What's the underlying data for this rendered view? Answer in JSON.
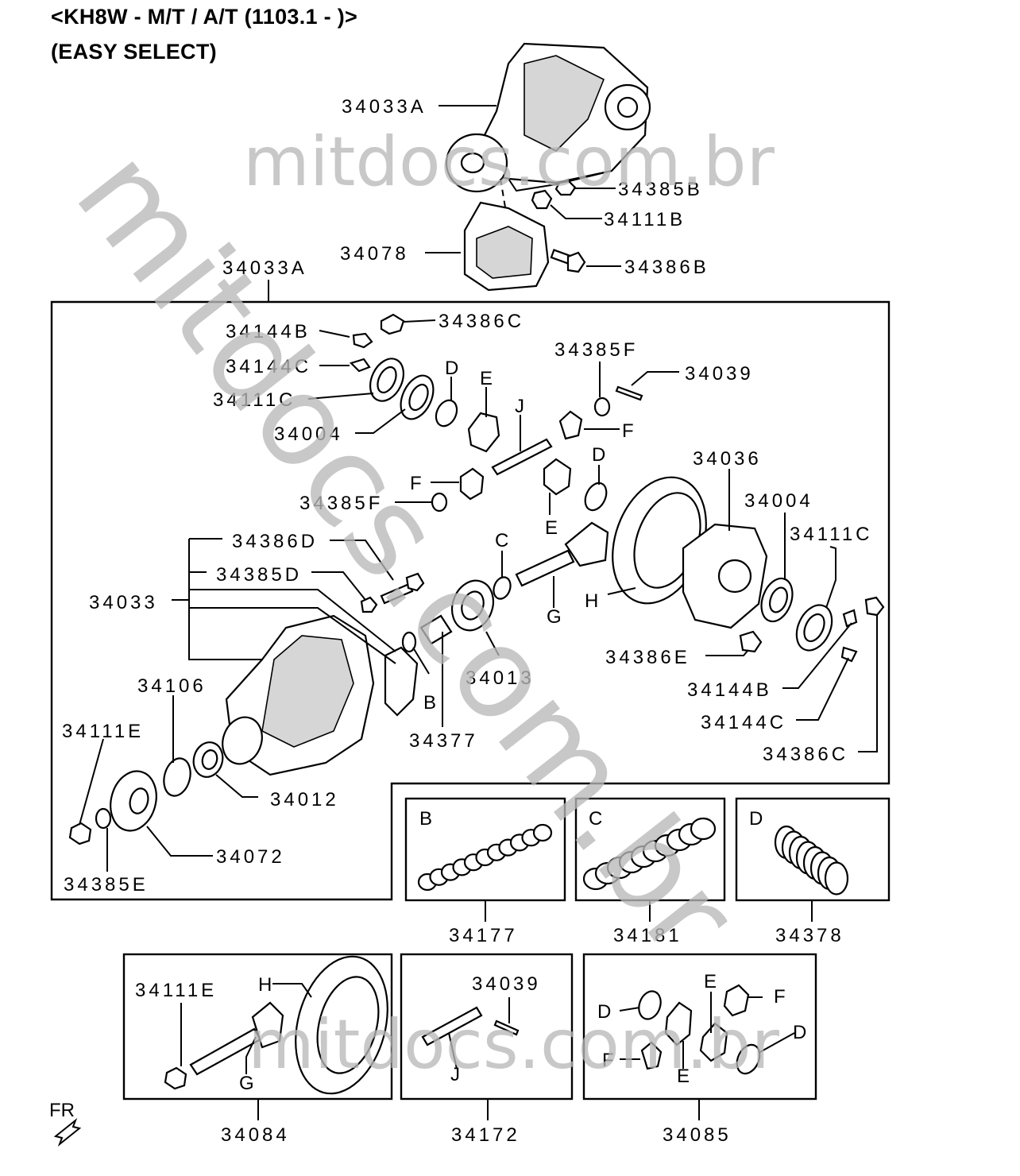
{
  "header": {
    "model": "<KH8W - M/T / A/T (1103.1 - )>",
    "variant": "(EASY SELECT)"
  },
  "watermark": {
    "text_top": "mitdocs.com.br",
    "text_diagonal": "mitdocs.com.br",
    "text_bottom": "mitdocs.com.br"
  },
  "callouts": {
    "assembly_top": "34033A",
    "nut_34385b": "34385B",
    "nut_34111b": "34111B",
    "bracket_34078": "34078",
    "bolt_34386b": "34386B",
    "assembly_box": "34033A",
    "bolt_34386c_top": "34386C",
    "clip_34144b_top": "34144B",
    "clip_34144c_top": "34144C",
    "shim_34111c_left": "34111C",
    "bearing_34004_left": "34004",
    "washer_34385f_top": "34385F",
    "pin_34039": "34039",
    "case_34036": "34036",
    "bearing_34004_right": "34004",
    "shim_34111c_right": "34111C",
    "washer_34385f_left": "34385F",
    "bolt_34386d": "34386D",
    "nut_34385d": "34385D",
    "carrier_34033": "34033",
    "bearing_34013": "34013",
    "bolt_34386e": "34386E",
    "clip_34144b_right": "34144B",
    "clip_34144c_right": "34144C",
    "bolt_34386c_right": "34386C",
    "spacer_34377": "34377",
    "seal_34106": "34106",
    "nut_34111e": "34111E",
    "bearing_34012": "34012",
    "flange_34072": "34072",
    "washer_34385e": "34385E",
    "kit_34177": "34177",
    "kit_34181": "34181",
    "kit_34378": "34378",
    "nut_34111e_kit": "34111E",
    "pin_34039_kit": "34039",
    "kit_34084": "34084",
    "kit_34172": "34172",
    "kit_34085": "34085"
  },
  "letters": {
    "D1": "D",
    "E1": "E",
    "J1": "J",
    "F1": "F",
    "D2": "D",
    "F2": "F",
    "E2": "E",
    "C1": "C",
    "G1": "G",
    "H1": "H",
    "B1": "B",
    "kitB": "B",
    "kitC": "C",
    "kitD": "D",
    "kH": "H",
    "kG": "G",
    "kJ": "J",
    "kE1": "E",
    "kF1": "F",
    "kD1": "D",
    "kD2": "D",
    "kF2": "F",
    "kE2": "E"
  },
  "direction": {
    "label": "FR"
  }
}
